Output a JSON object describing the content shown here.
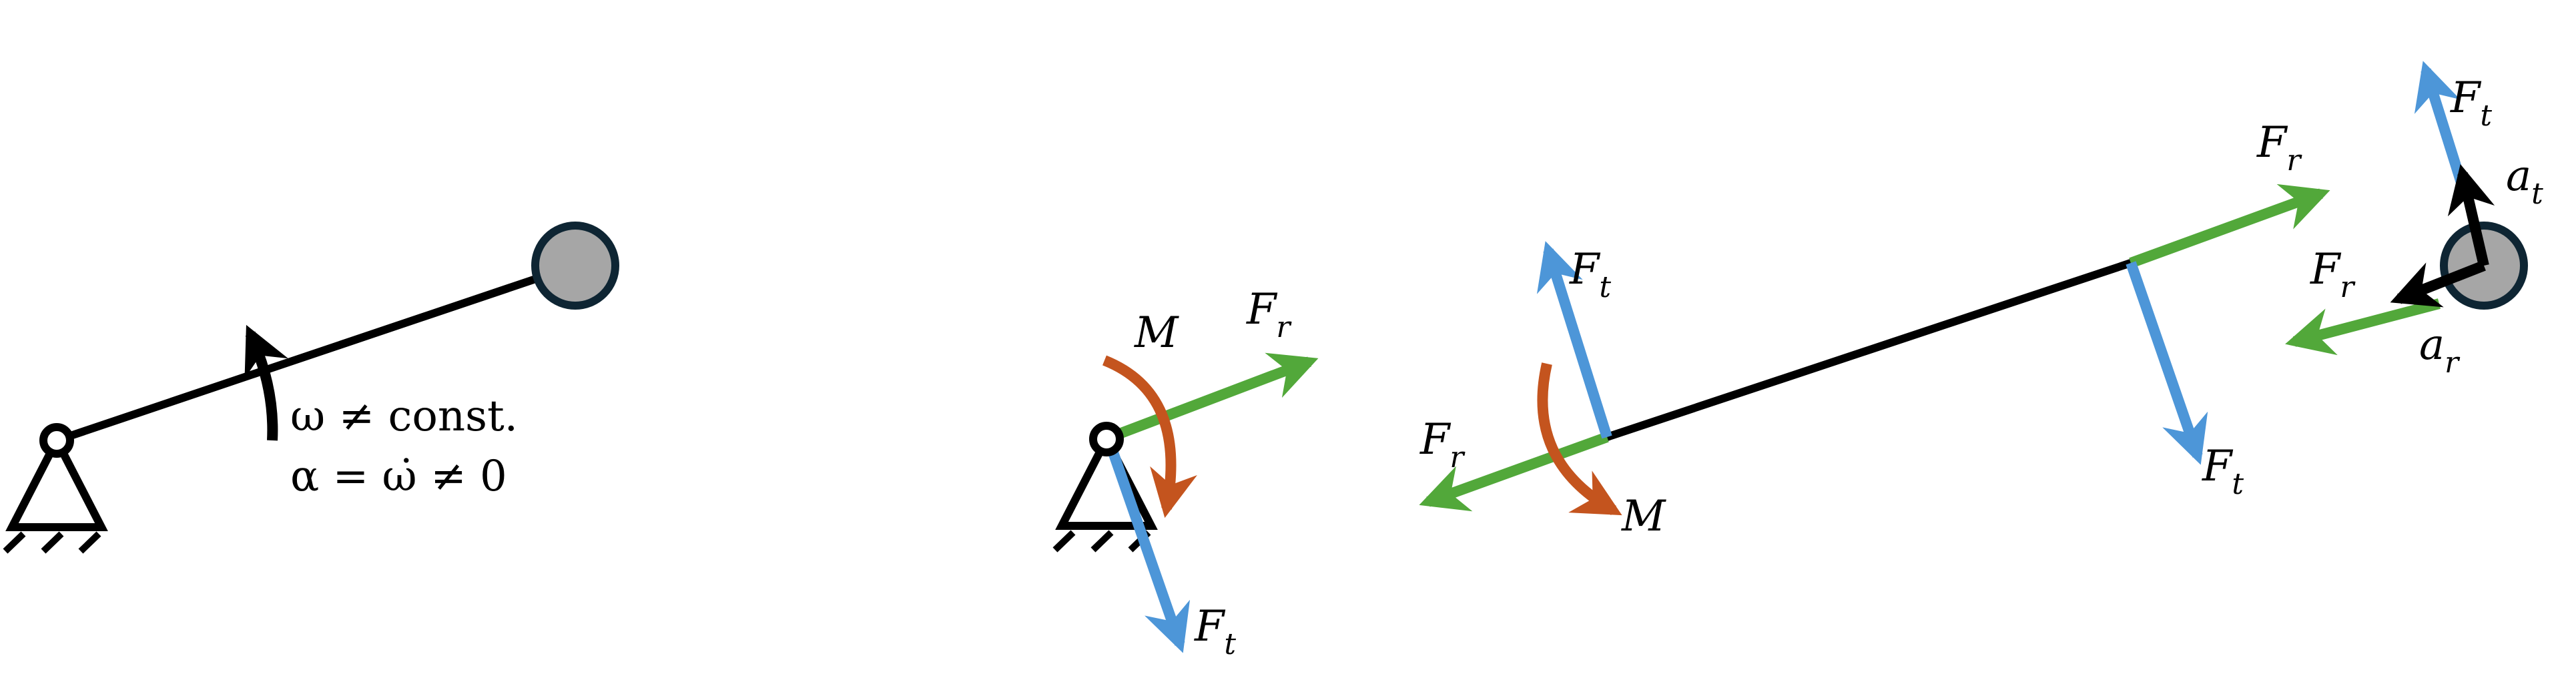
{
  "colors": {
    "link": "#000000",
    "mass_fill": "#a6a6a6",
    "mass_stroke": "#0e2533",
    "radial_force": "#52a83a",
    "tangential_force": "#4d96d8",
    "moment": "#c4541e"
  },
  "panel_1": {
    "omega_text": "ω ≠ const.",
    "alpha_text": "α = ω̇ ≠ 0"
  },
  "panel_2": {
    "moment": "M",
    "radial_force": {
      "base": "F",
      "sub": "r"
    },
    "tangential_force": {
      "base": "F",
      "sub": "t"
    }
  },
  "panel_3": {
    "left_tangential": {
      "base": "F",
      "sub": "t"
    },
    "left_radial": {
      "base": "F",
      "sub": "r"
    },
    "left_moment": "M",
    "right_radial": {
      "base": "F",
      "sub": "r"
    },
    "right_tangential": {
      "base": "F",
      "sub": "t"
    }
  },
  "panel_4": {
    "tangential_force": {
      "base": "F",
      "sub": "t"
    },
    "radial_force": {
      "base": "F",
      "sub": "r"
    },
    "tangential_accel": {
      "base": "a",
      "sub": "t"
    },
    "radial_accel": {
      "base": "a",
      "sub": "r"
    }
  }
}
